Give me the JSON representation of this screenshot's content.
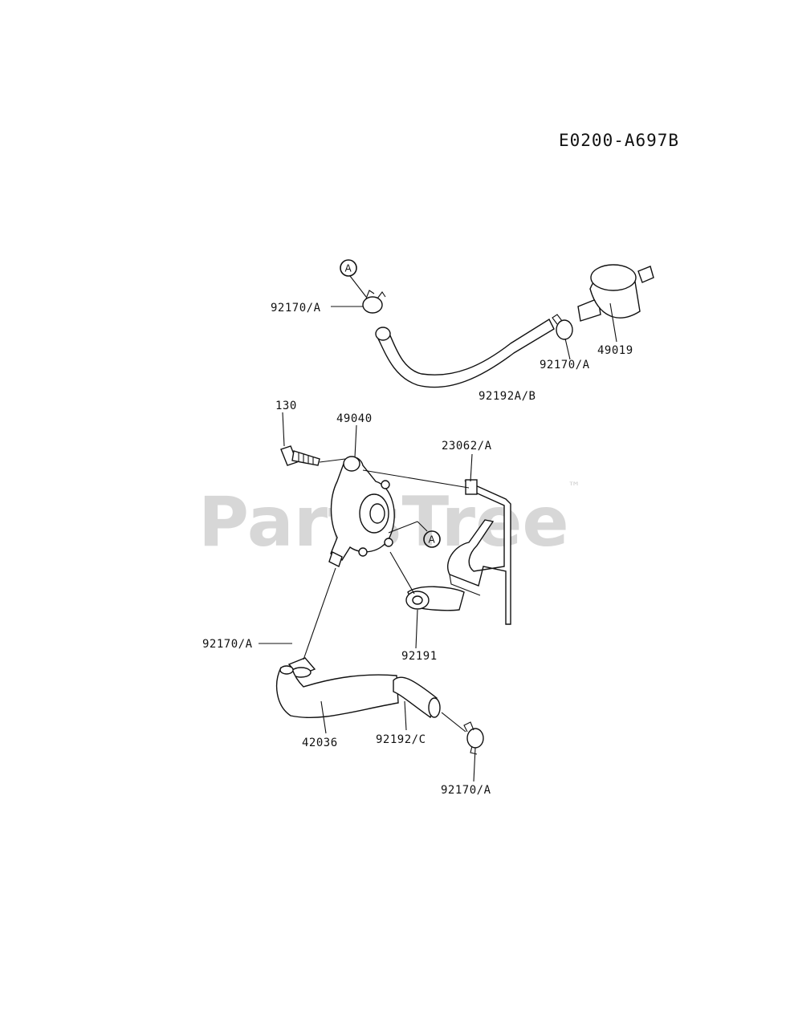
{
  "diagram_code": "E0200-A697B",
  "watermark": {
    "text": "PartsTree",
    "tm": "™"
  },
  "reference_marker": "A",
  "part_labels": {
    "clamp_top_left": "92170/A",
    "clamp_top_right": "92170/A",
    "fuel_filter": "49019",
    "hose_top": "92192A/B",
    "bolt": "130",
    "fuel_pump": "49040",
    "bracket": "23062/A",
    "clamp_mid_left": "92170/A",
    "fitting": "92191",
    "hose_bottom": "42036",
    "hose_bottom_short": "92192/C",
    "clamp_bottom": "92170/A"
  }
}
